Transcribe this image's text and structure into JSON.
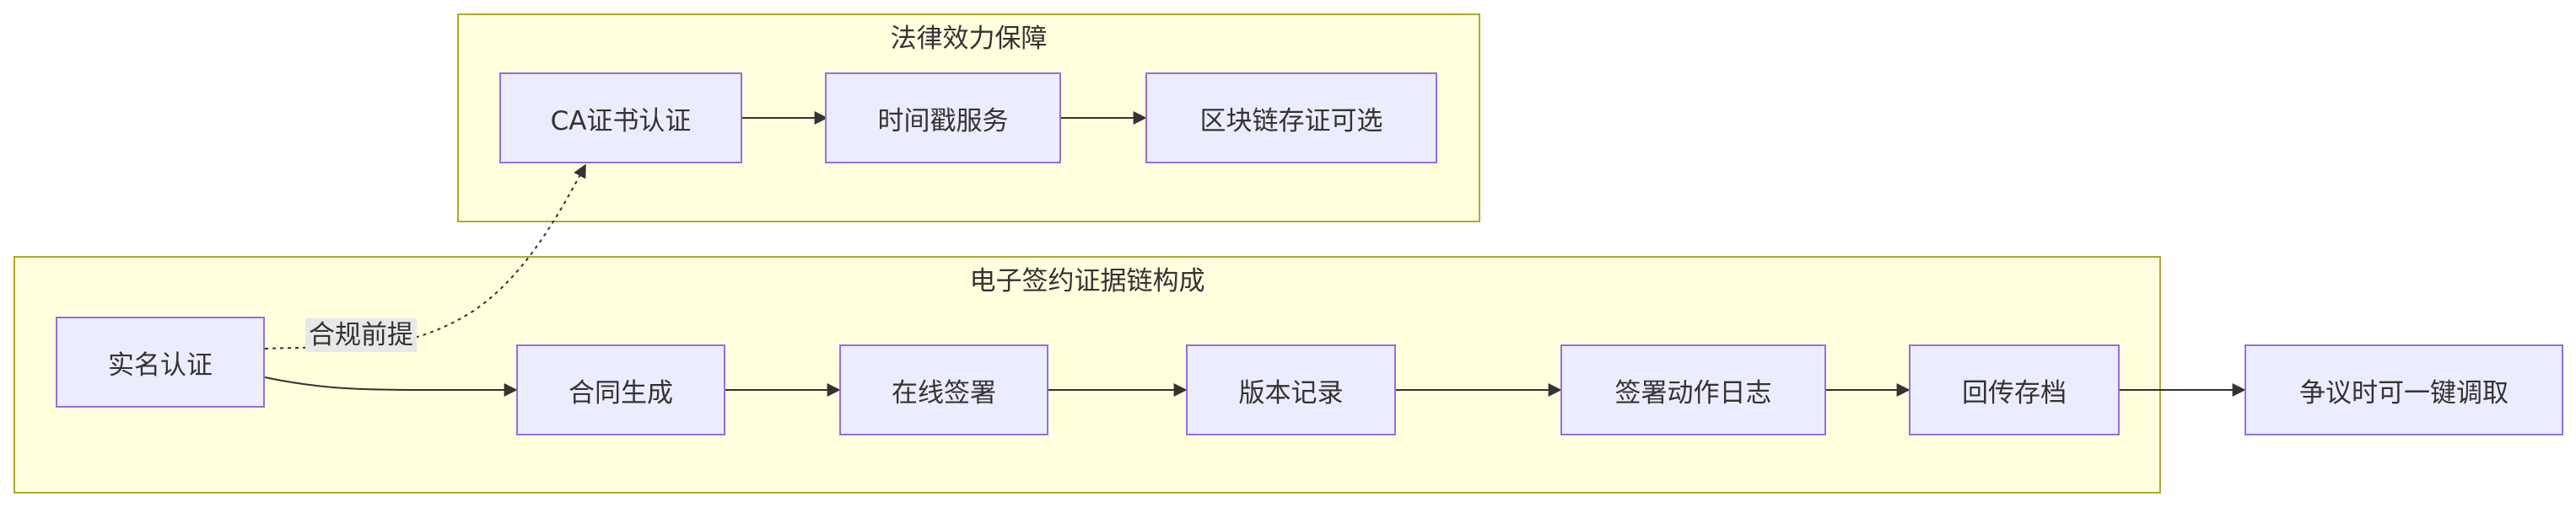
{
  "groups": {
    "legal": {
      "title": "法律效力保障"
    },
    "chain": {
      "title": "电子签约证据链构成"
    }
  },
  "nodes": {
    "ca": "CA证书认证",
    "timestamp": "时间戳服务",
    "blockchain": "区块链存证可选",
    "realname": "实名认证",
    "contract": "合同生成",
    "sign": "在线签署",
    "version": "版本记录",
    "log": "签署动作日志",
    "archive": "回传存档",
    "dispute": "争议时可一键调取"
  },
  "edge_labels": {
    "compliance": "合规前提"
  },
  "colors": {
    "cluster_fill": "#ffffde",
    "cluster_border": "#aaaa33",
    "node_fill": "#ececff",
    "node_border": "#9370db",
    "text": "#333333",
    "edge": "#333333"
  }
}
